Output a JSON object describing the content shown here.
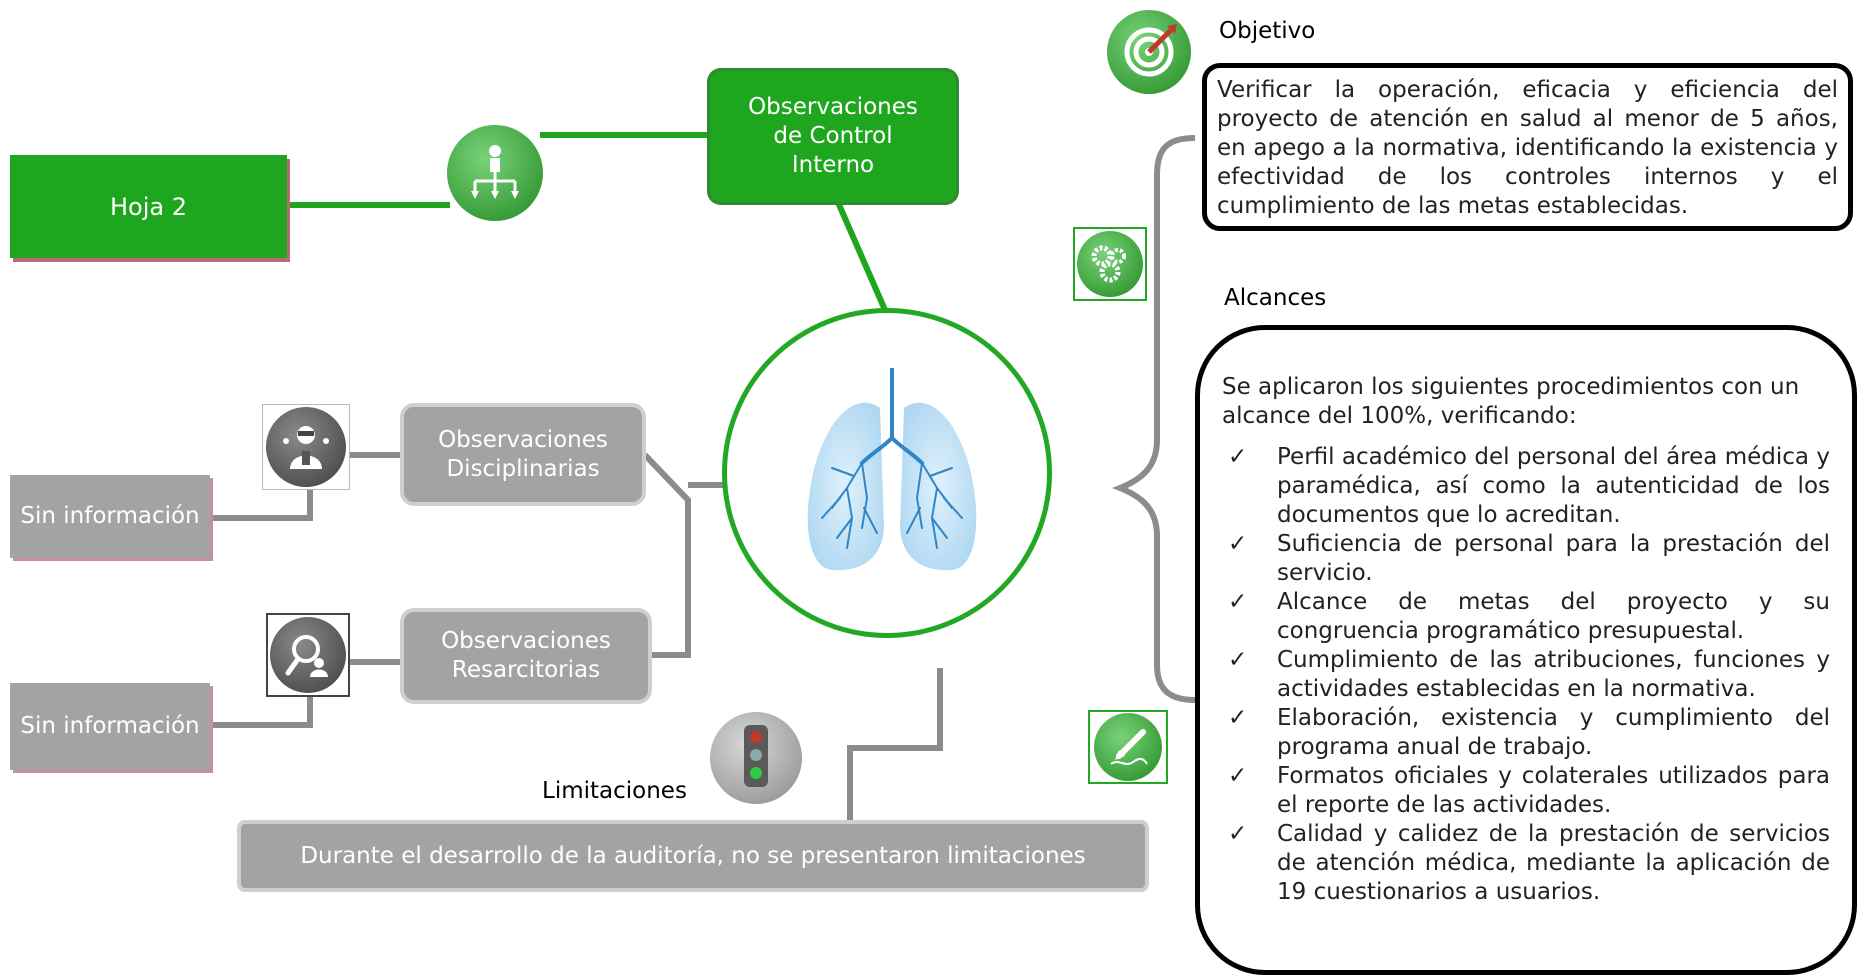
{
  "hoja": "Hoja 2",
  "control_interno": "Observaciones de Control Interno",
  "disciplinarias": "Observaciones Disciplinarias",
  "resarcitorias": "Observaciones Resarcitorias",
  "sin_info_1": "Sin información",
  "sin_info_2": "Sin información",
  "limitaciones_title": "Limitaciones",
  "limitaciones_text": "Durante el desarrollo de la auditoría, no se presentaron limitaciones",
  "objetivo_title": "Objetivo",
  "objetivo_text": "Verificar la operación, eficacia y eficiencia del proyecto de atención en salud al menor de 5 años, en apego a la normativa, identificando la existencia y efectividad de los controles internos y el cumplimiento de las metas establecidas.",
  "alcances_title": "Alcances",
  "alcances_intro": "Se aplicaron los siguientes procedimientos con un alcance del 100%, verificando:",
  "alcances_items": [
    "Perfil académico del personal del área médica y paramédica, así como la autenticidad de los documentos que lo acreditan.",
    "Suficiencia de personal para la prestación del servicio.",
    "Alcance de metas del proyecto y su congruencia programático presupuestal.",
    "Cumplimiento de las atribuciones, funciones y actividades establecidas en la normativa.",
    "Elaboración, existencia  y cumplimiento del programa anual de trabajo.",
    "Formatos oficiales y colaterales utilizados para el reporte de las actividades.",
    "Calidad y calidez de la prestación de servicios de atención médica, mediante la aplicación de 19 cuestionarios a usuarios."
  ],
  "check_mark": "✓",
  "icons": [
    "org-chart-icon",
    "target-icon",
    "gears-icon",
    "pen-signature-icon",
    "auditor-icon",
    "magnifier-icon",
    "traffic-light-icon",
    "lungs-icon"
  ],
  "colors": {
    "green": "#1fa61f",
    "gray": "#a3a3a3",
    "line_gray": "#8c8c8c"
  }
}
